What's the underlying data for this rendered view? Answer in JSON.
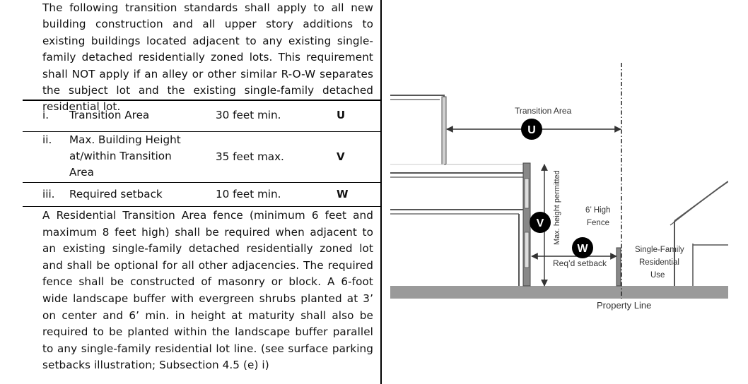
{
  "intro": "The following transition standards shall apply to all new building construction and all upper story additions to existing buildings located adjacent to any existing single-family detached residentially zoned lots.  This requirement shall NOT apply if an alley or other similar R-O-W separates the subject lot and the existing single-family detached residential lot.",
  "rows": [
    {
      "num": "i.",
      "label": "Transition Area",
      "value": "30 feet min.",
      "letter": "U"
    },
    {
      "num": "ii.",
      "label": "Max. Building Height at/within Transition Area",
      "value": "35 feet max.",
      "letter": "V"
    },
    {
      "num": "iii.",
      "label": "Required setback",
      "value": "10 feet min.",
      "letter": "W"
    }
  ],
  "body": "A Residential Transition Area fence (minimum 6 feet and maximum 8 feet high) shall be required when adjacent to an existing single-family detached residentially zoned lot and shall be optional for all other adjacencies.  The required fence shall be constructed of masonry or block.  A 6-foot wide landscape buffer with evergreen shrubs planted at 3’ on center and 6’ min. in height at maturity shall also be required to be planted within the landscape buffer parallel to any single-family residential lot line. (see surface parking setbacks illustration; Subsection 4.5 (e) i)",
  "diagram": {
    "transition_area": "Transition Area",
    "max_height": "Max. height permitted",
    "fence_line1": "6’ High",
    "fence_line2": "Fence",
    "reqd_setback": "Req’d setback",
    "sf_line1": "Single-Family",
    "sf_line2": "Residential",
    "sf_line3": "Use",
    "property_line": "Property Line",
    "marker_u": "U",
    "marker_v": "V",
    "marker_w": "W"
  }
}
